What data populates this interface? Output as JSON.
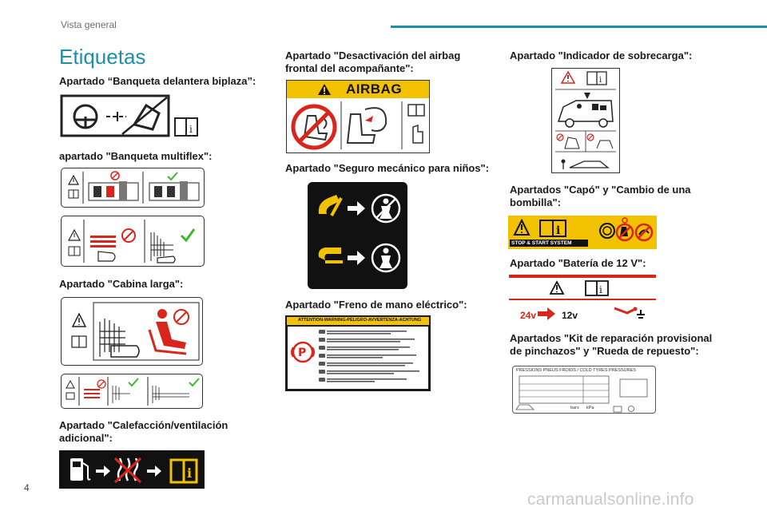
{
  "header": {
    "section": "Vista general"
  },
  "page": {
    "title": "Etiquetas",
    "number": "4"
  },
  "watermark": "carmanualsonline.info",
  "headings": {
    "bench_front": "Apartado “Banqueta delantera biplaza”:",
    "bench_multiflex": "apartado \"Banqueta multiflex\":",
    "cab_long": "Apartado \"Cabina larga\":",
    "heating": "Apartado \"Calefacción/ventilación adicional\":",
    "airbag": "Apartado \"Desactivación del airbag frontal del acompañante\":",
    "child_lock": "Apartado \"Seguro mecánico para niños\":",
    "handbrake": "Apartado \"Freno de mano eléctrico\":",
    "overload": "Apartado \"Indicador de sobrecarga\":",
    "bonnet": "Apartados \"Capó\" y \"Cambio de una bombilla\":",
    "battery": "Apartado \"Batería de 12 V\":",
    "tyre": "Apartados \"Kit de reparación provisional de pinchazos\" y \"Rueda de repuesto\":"
  },
  "labels": {
    "airbag_word": "AIRBAG",
    "stop_start": "STOP & START SYSTEM",
    "battery_from": "24v",
    "battery_to": "12v",
    "handbrake_title": "ATTENTION-WARNING-PELIGRO-AVVERTENZA-ACHTUNG",
    "tyre_header": "PRESSIONS PNEUS FROIDS / COLD TYRES PRESSURES",
    "tyre_bars": "bars",
    "tyre_kpa": "kPa"
  },
  "colors": {
    "accent": "#1f8fa8",
    "warning_yellow": "#f2c200",
    "battery_red": "#d9261c",
    "prohibit_red": "#d9261c",
    "ok_green": "#3fb72f"
  }
}
